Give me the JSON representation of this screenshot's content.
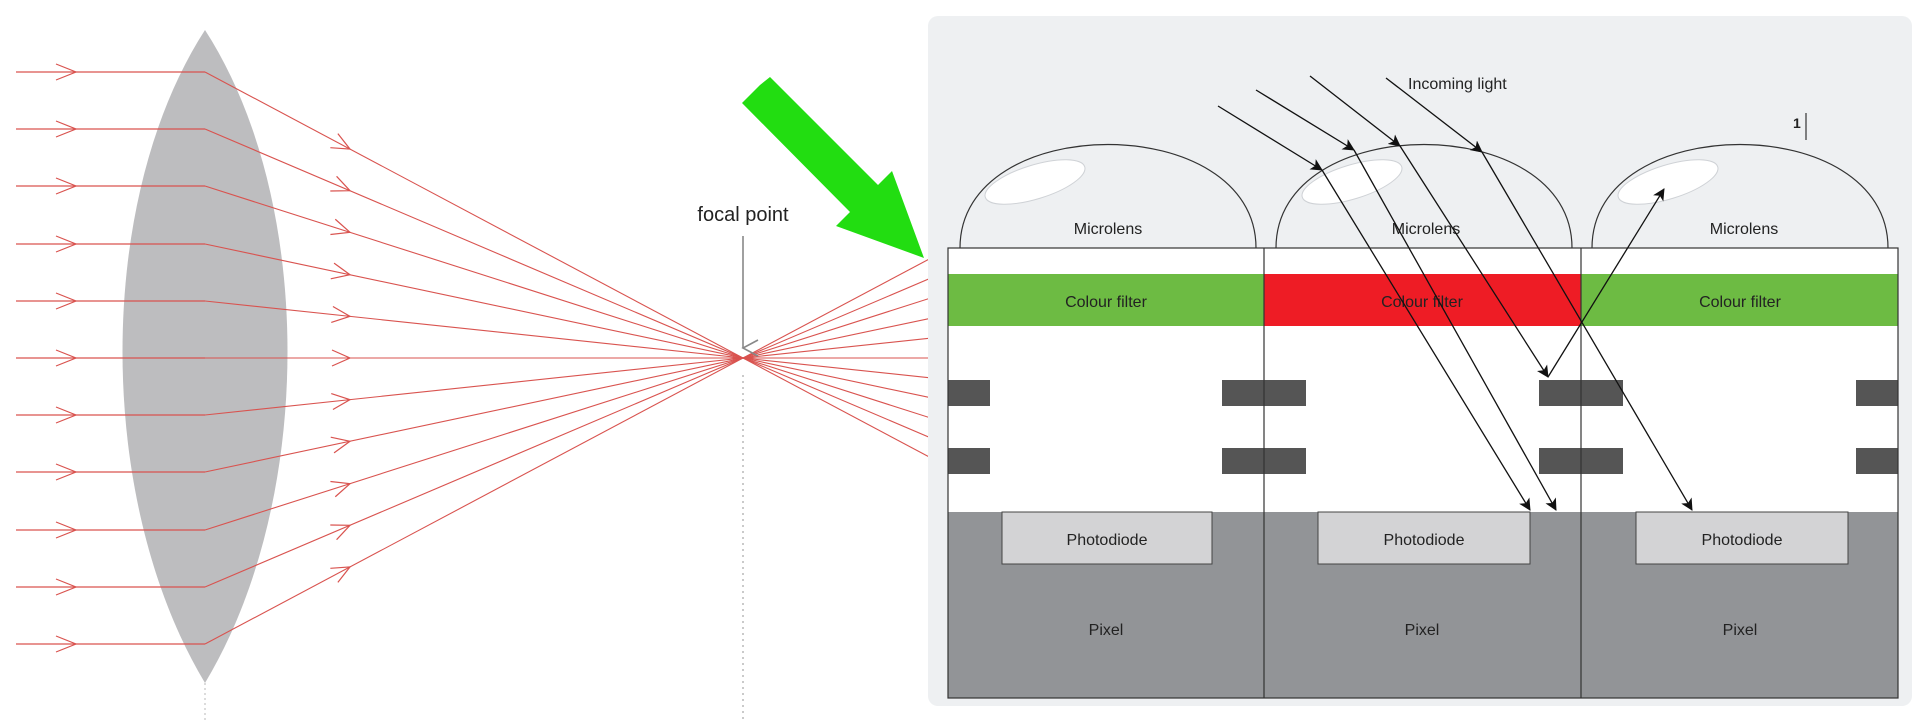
{
  "left_diagram": {
    "focal_label": "focal point",
    "ray_color": "#d9534f",
    "lens_color": "#bdbdbf",
    "guide_color": "#b8b8b8"
  },
  "pointer_arrow": {
    "color": "#22dd11"
  },
  "sensor_diagram": {
    "panel_color": "#eef0f2",
    "incoming_label": "Incoming light",
    "corner_marker": "1",
    "pixels": [
      {
        "microlens": "Microlens",
        "filter": "Colour filter",
        "filter_color": "#6dbb43",
        "photodiode": "Photodiode",
        "pixel": "Pixel"
      },
      {
        "microlens": "Microlens",
        "filter": "Colour filter",
        "filter_color": "#ee1c25",
        "photodiode": "Photodiode",
        "pixel": "Pixel"
      },
      {
        "microlens": "Microlens",
        "filter": "Colour filter",
        "filter_color": "#6dbb43",
        "photodiode": "Photodiode",
        "pixel": "Pixel"
      }
    ],
    "wiring_color": "#555555",
    "photodiode_color": "#d3d3d5",
    "pixel_color": "#929497"
  }
}
